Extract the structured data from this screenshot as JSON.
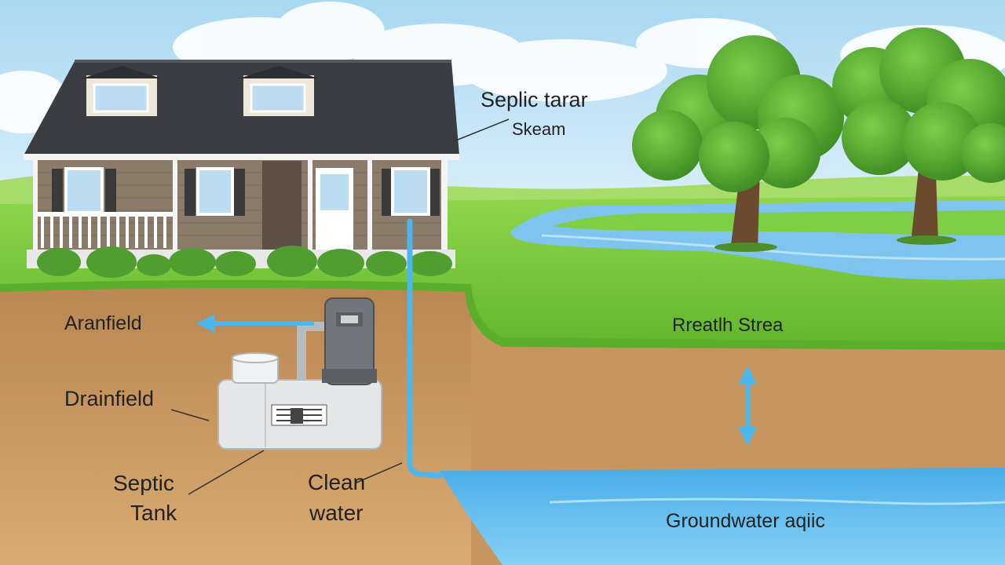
{
  "labels": {
    "top_title_line1": "Seplic tarar",
    "top_title_line2": "Skeam",
    "aranfield": "Aranfield",
    "drainfield": "Drainfield",
    "septic_line1": "Septic",
    "septic_line2": "Tank",
    "clean_line1": "Clean",
    "clean_line2": "water",
    "stream": "Rreatlh Strea",
    "groundwater": "Groundwater aqiic"
  },
  "colors": {
    "sky": "#cfe9f7",
    "grass": "#7ccb3d",
    "soil": "#c99a62",
    "water": "#5fb8ec",
    "pipe": "#4db6ec",
    "roof": "#3b3d42",
    "siding": "#8a7b6a",
    "foliage": "#4f9e2f",
    "trunk": "#6b4a2e",
    "tank": "#e4e6e8"
  },
  "icons": {
    "tank": "septic-tank-icon",
    "pump": "pump-box-icon",
    "arrow": "flow-arrow-icon"
  }
}
